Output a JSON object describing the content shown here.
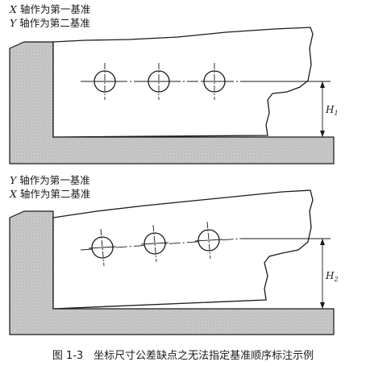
{
  "upper": {
    "line1": {
      "axis": "X",
      "text": " 轴作为第一基准"
    },
    "line2": {
      "axis": "Y",
      "text": " 轴作为第二基准"
    },
    "dimension": {
      "symbol": "H",
      "subscript": "1"
    }
  },
  "lower": {
    "line1": {
      "axis": "Y",
      "text": " 轴作为第一基准"
    },
    "line2": {
      "axis": "X",
      "text": " 轴作为第二基准"
    },
    "dimension": {
      "symbol": "H",
      "subscript": "2"
    }
  },
  "caption": "图 1-3　坐标尺寸公差缺点之无法指定基准顺序标注示例",
  "colors": {
    "fixture_fill": "#c8c8c8",
    "line": "#1a1a1a",
    "background": "#ffffff"
  }
}
